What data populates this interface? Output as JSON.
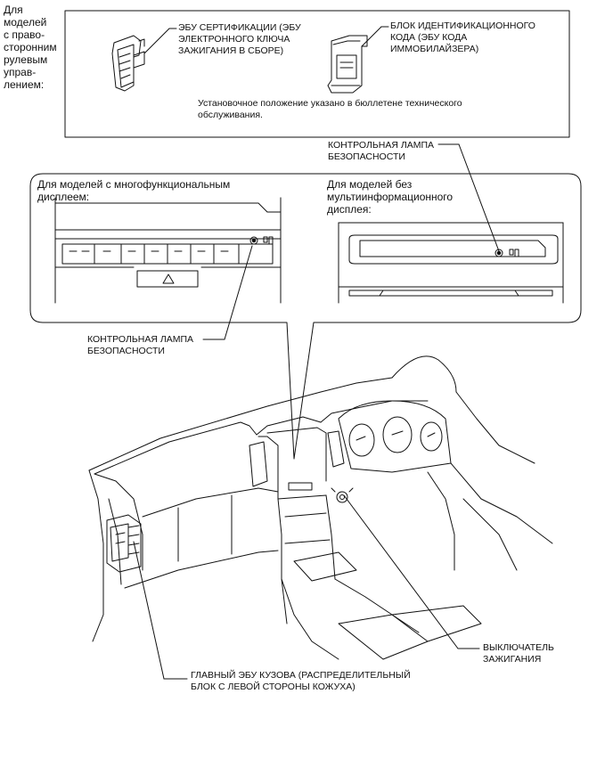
{
  "side_note": "Для моделей\nс право-\nсторонним\nрулевым\nуправ-\nлением:",
  "top_box": {
    "cert_ecu_label": "ЭБУ СЕРТИФИКАЦИИ (ЭБУ\nЭЛЕКТРОННОГО КЛЮЧА\nЗАЖИГАНИЯ В СБОРЕ)",
    "id_code_box_label": "БЛОК ИДЕНТИФИКАЦИОННОГО\nКОДА (ЭБУ КОДА\nИММОБИЛАЙЗЕРА)",
    "install_note": "Установочное положение указано в бюллетене технического\nобслуживания."
  },
  "security_lamp_top": "КОНТРОЛЬНАЯ ЛАМПА\nБЕЗОПАСНОСТИ",
  "callout_box": {
    "multi_display_title": "Для моделей с многофункциональным\nдисплеем:",
    "no_multi_display_title": "Для моделей без\nмультиинформационного\nдисплея:"
  },
  "security_lamp_bottom": "КОНТРОЛЬНАЯ ЛАМПА\nБЕЗОПАСНОСТИ",
  "ignition_switch": "ВЫКЛЮЧАТЕЛЬ\nЗАЖИГАНИЯ",
  "main_body_ecu": "ГЛАВНЫЙ ЭБУ КУЗОВА (РАСПРЕДЕЛИТЕЛЬНЫЙ\nБЛОК С ЛЕВОЙ СТОРОНЫ КОЖУХА)",
  "colors": {
    "line": "#111111",
    "background": "#ffffff"
  }
}
